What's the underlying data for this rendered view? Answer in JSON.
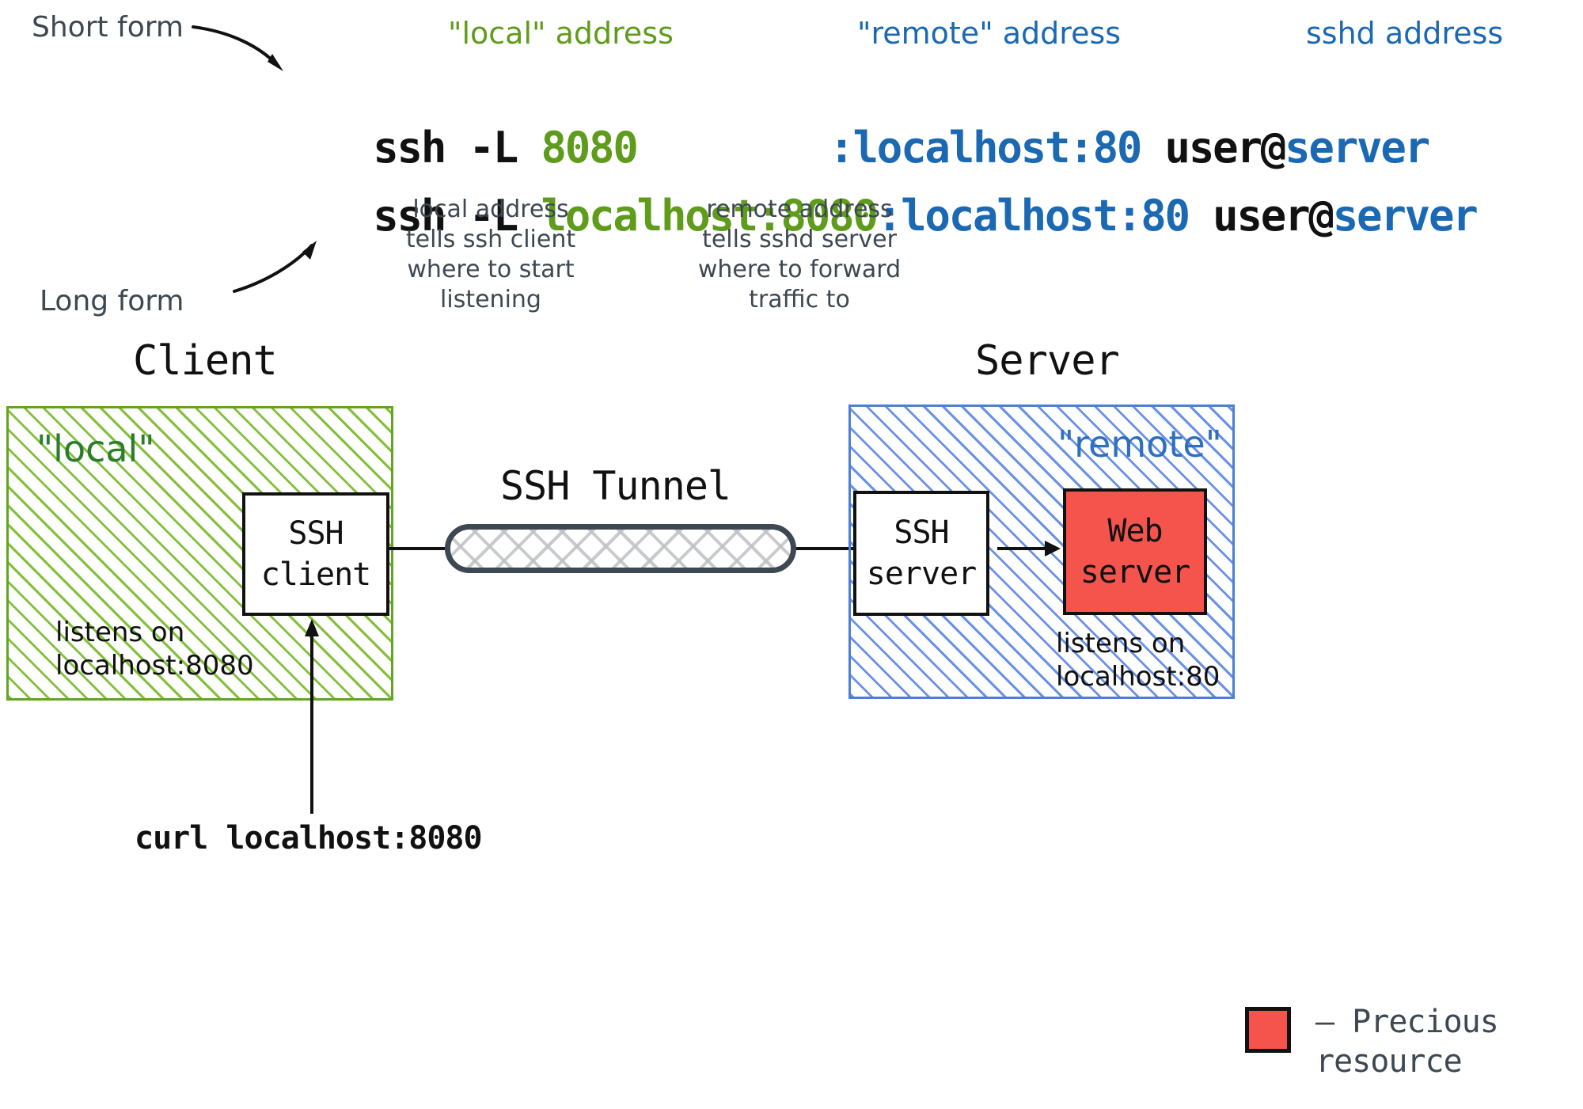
{
  "top": {
    "short_form_label": "Short form",
    "long_form_label": "Long form",
    "local_address_label": "\"local\" address",
    "remote_address_label": "\"remote\" address",
    "sshd_address_label": "sshd address",
    "short_cmd": {
      "prefix": "ssh -L ",
      "local": "8080",
      "gap": "        ",
      "remote": ":localhost:80",
      "user": " user@",
      "server": "server"
    },
    "long_cmd": {
      "prefix": "ssh -L ",
      "local": "localhost:8080",
      "remote": ":localhost:80",
      "user": " user@",
      "server": "server"
    },
    "local_note": "local address\ntells ssh client\nwhere to start\nlistening",
    "remote_note": "remote address\ntells sshd server\nwhere to forward\ntraffic to"
  },
  "diagram": {
    "client_title": "Client",
    "server_title": "Server",
    "tunnel_title": "SSH Tunnel",
    "client_zone_label": "\"local\"",
    "server_zone_label": "\"remote\"",
    "ssh_client_box": "SSH\nclient",
    "ssh_server_box": "SSH\nserver",
    "web_server_box": "Web\nserver",
    "client_listen_note": "listens on\nlocalhost:8080",
    "server_listen_note": "listens on\nlocalhost:80",
    "curl_command": "curl localhost:8080"
  },
  "legend": {
    "swatch_color": "#f4544c",
    "text": "– Precious\n  resource"
  },
  "colors": {
    "green_accent": "#5f9c1b",
    "blue_accent": "#1b68b3",
    "dark_green_label": "#2c7c2c",
    "mid_blue_label": "#2f6fc0",
    "red_resource": "#f4544c",
    "ink": "#111111",
    "pencil": "#3d4852"
  }
}
